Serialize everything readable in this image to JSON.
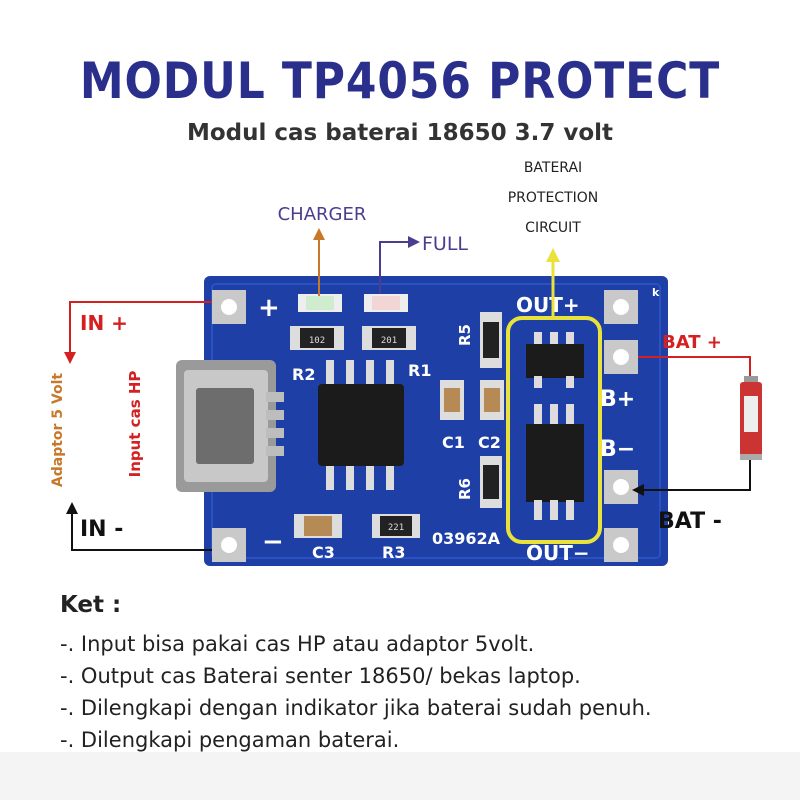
{
  "title": "MODUL TP4056 PROTECT",
  "subtitle": "Modul cas baterai 18650 3.7 volt",
  "callouts": {
    "charger": "CHARGER",
    "full": "FULL",
    "protection_line1": "BATERAI",
    "protection_line2": "PROTECTION",
    "protection_line3": "CIRCUIT",
    "in_plus": "IN +",
    "in_minus": "IN -",
    "bat_plus": "BAT +",
    "bat_minus": "BAT -",
    "adaptor": "Adaptor 5 Volt",
    "input_cas": "Input cas HP"
  },
  "board": {
    "plus": "+",
    "minus": "−",
    "out_plus": "OUT+",
    "out_minus": "OUT−",
    "b_plus": "B+",
    "b_minus": "B−",
    "r2": "R2",
    "r1": "R1",
    "r3": "R3",
    "r5": "R5",
    "r6": "R6",
    "c1": "C1",
    "c2": "C2",
    "c3": "C3",
    "code": "03962A",
    "k": "k",
    "chip_r1": "102",
    "chip_r2": "201",
    "chip_r3": "221"
  },
  "notes": {
    "header": "Ket :",
    "lines": [
      "-. Input bisa pakai cas HP atau adaptor 5volt.",
      "-. Output cas Baterai senter 18650/ bekas laptop.",
      "-. Dilengkapi dengan indikator jika baterai sudah penuh.",
      "-. Dilengkapi pengaman baterai."
    ]
  },
  "colors": {
    "title": "#2b2f8c",
    "pcb": "#1d3fa6",
    "callout_red": "#d42020",
    "callout_purple": "#4b3d8f",
    "callout_orange": "#c8782a",
    "highlight": "#e8e23a"
  }
}
